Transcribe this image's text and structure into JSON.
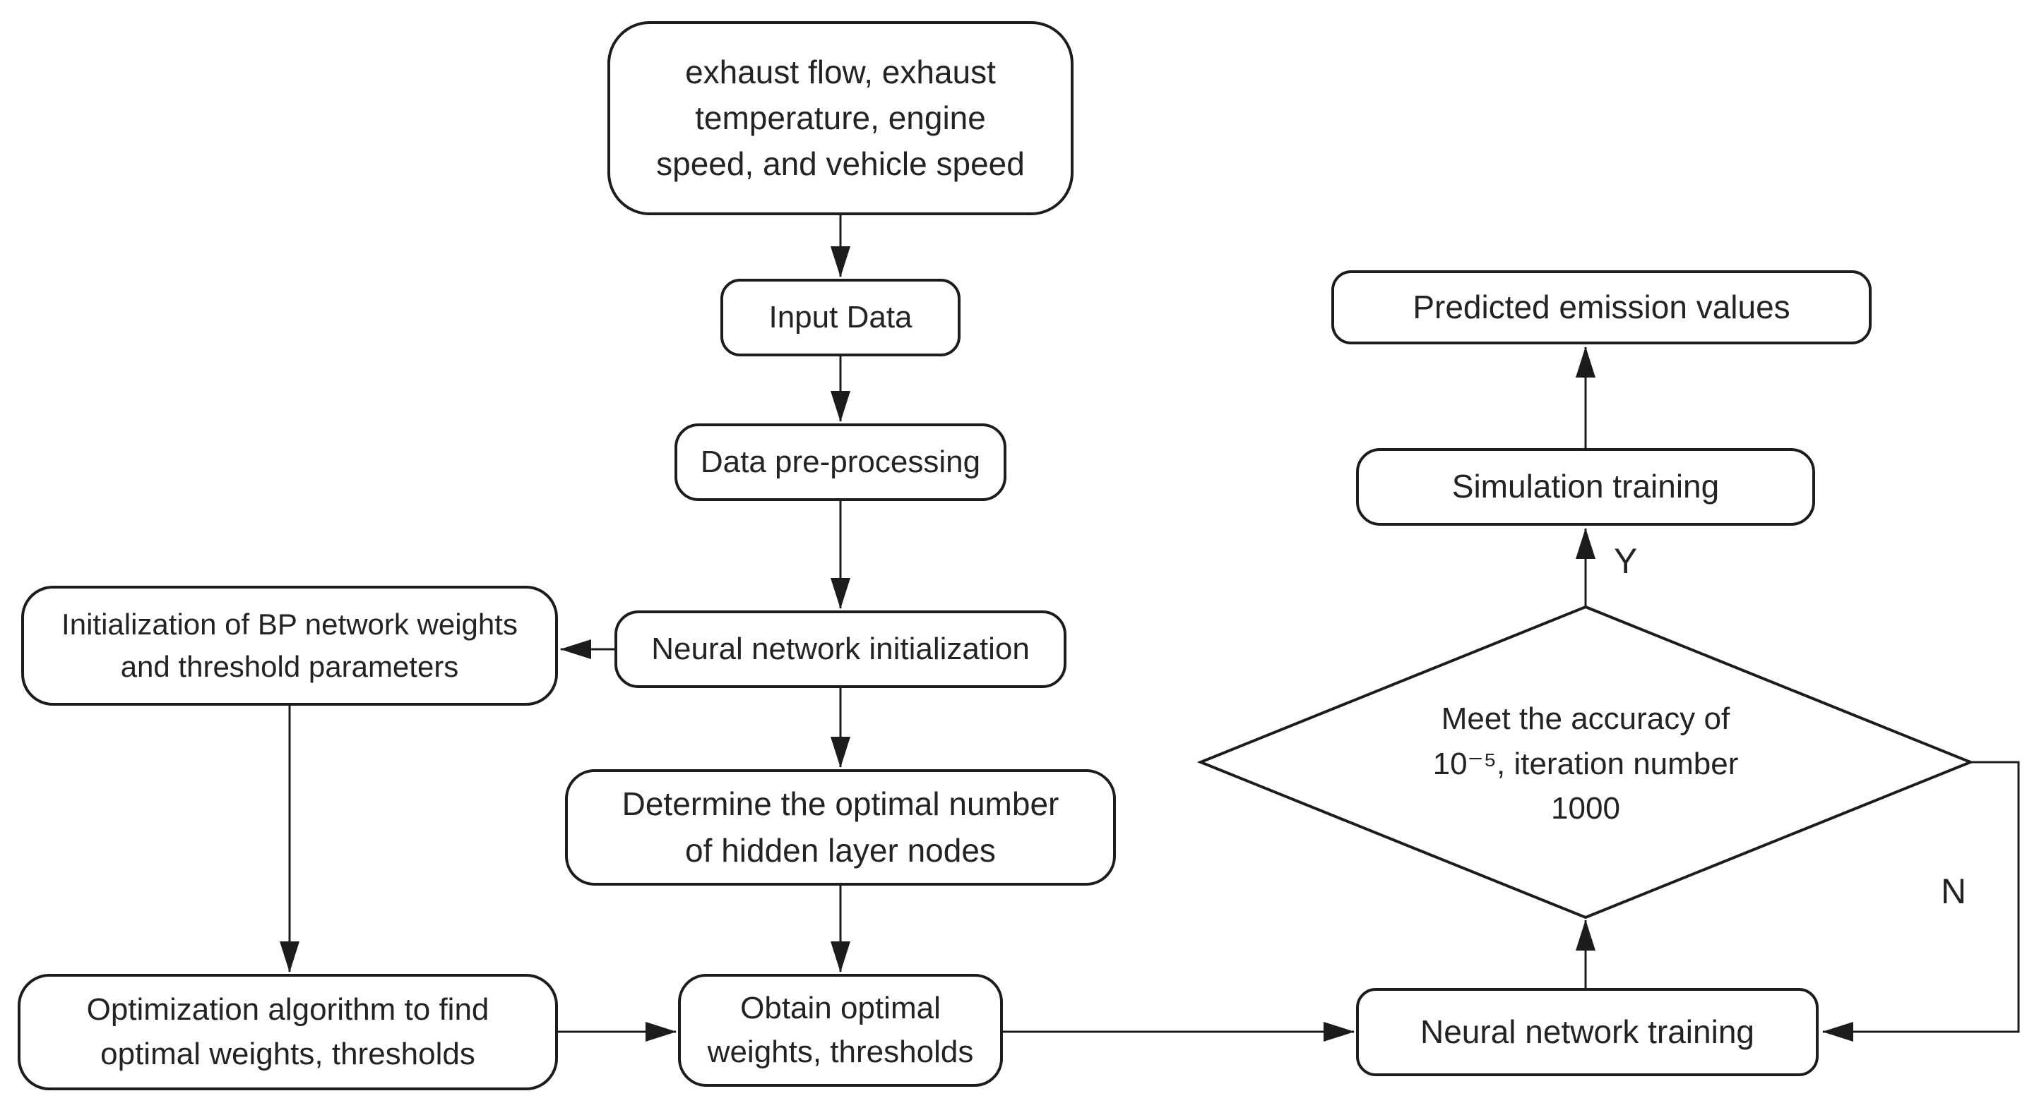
{
  "colors": {
    "stroke": "#1c1c1c",
    "background": "#ffffff",
    "text": "#232323"
  },
  "nodes": {
    "input_params": {
      "shape": "rounded-rect",
      "label": "exhaust flow, exhaust\ntemperature, engine\nspeed, and vehicle speed"
    },
    "input_data": {
      "shape": "rounded-rect",
      "label": "Input Data"
    },
    "data_preprocessing": {
      "shape": "rounded-rect",
      "label": "Data pre-processing"
    },
    "nn_initialization": {
      "shape": "rounded-rect",
      "label": "Neural network initialization"
    },
    "bp_initialization": {
      "shape": "rounded-rect",
      "label": "Initialization of BP network weights\nand threshold parameters"
    },
    "hidden_layer_nodes": {
      "shape": "rounded-rect",
      "label": "Determine the optimal number\nof hidden layer nodes"
    },
    "optimization_algorithm": {
      "shape": "rounded-rect",
      "label": "Optimization algorithm to find\noptimal weights, thresholds"
    },
    "obtain_weights": {
      "shape": "rounded-rect",
      "label": "Obtain optimal\nweights, thresholds"
    },
    "nn_training": {
      "shape": "rounded-rect",
      "label": "Neural network training"
    },
    "accuracy_decision": {
      "shape": "diamond",
      "label": "Meet the accuracy of\n10⁻⁵, iteration number\n1000"
    },
    "simulation_training": {
      "shape": "rounded-rect",
      "label": "Simulation training"
    },
    "predicted_emissions": {
      "shape": "rounded-rect",
      "label": "Predicted emission values"
    }
  },
  "edge_labels": {
    "yes": "Y",
    "no": "N"
  },
  "edges": [
    {
      "from": "input_params",
      "to": "input_data"
    },
    {
      "from": "input_data",
      "to": "data_preprocessing"
    },
    {
      "from": "data_preprocessing",
      "to": "nn_initialization"
    },
    {
      "from": "nn_initialization",
      "to": "bp_initialization"
    },
    {
      "from": "bp_initialization",
      "to": "optimization_algorithm"
    },
    {
      "from": "nn_initialization",
      "to": "hidden_layer_nodes"
    },
    {
      "from": "hidden_layer_nodes",
      "to": "obtain_weights"
    },
    {
      "from": "optimization_algorithm",
      "to": "obtain_weights"
    },
    {
      "from": "obtain_weights",
      "to": "nn_training"
    },
    {
      "from": "nn_training",
      "to": "accuracy_decision"
    },
    {
      "from": "accuracy_decision",
      "to": "simulation_training",
      "label": "Y"
    },
    {
      "from": "accuracy_decision",
      "to": "nn_training",
      "label": "N"
    },
    {
      "from": "simulation_training",
      "to": "predicted_emissions"
    }
  ]
}
